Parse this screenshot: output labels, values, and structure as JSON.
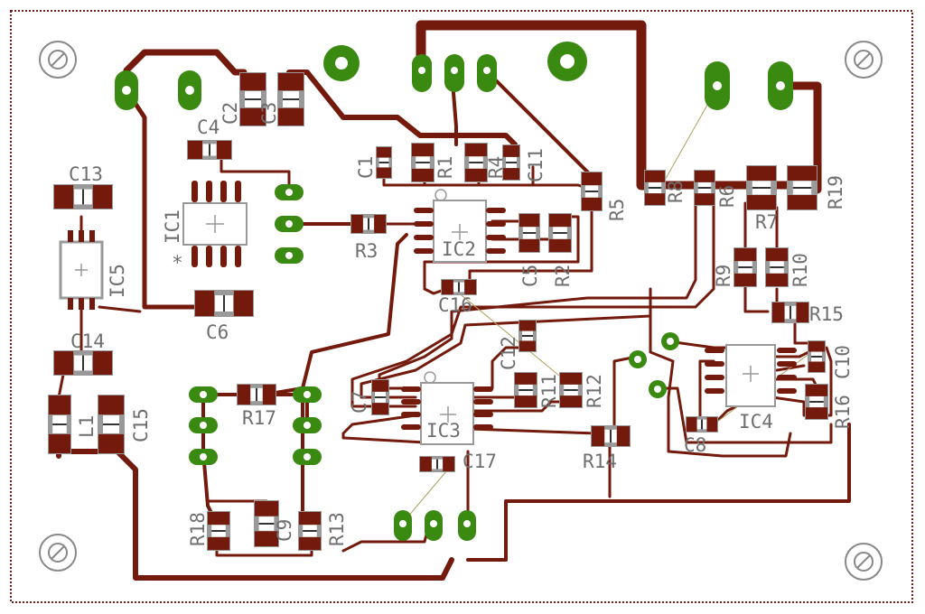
{
  "colors": {
    "trace": "#731a0c",
    "pad": "#3a8a12",
    "pad_hole": "#ffffff",
    "smd_body": "#999999",
    "smd_inner": "#ffffff",
    "silk": "#6e6e6e",
    "board_outline": "#7a1a10",
    "airwire": "#b0a060"
  },
  "labels": {
    "C1": "C1",
    "C2": "C2",
    "C3": "C3",
    "C4": "C4",
    "C5": "C5",
    "C6": "C6",
    "C7": "C7",
    "C8": "C8",
    "C9": "C9",
    "C10": "C10",
    "C11": "C11",
    "C12": "C12",
    "C13": "C13",
    "C14": "C14",
    "C15": "C15",
    "C16": "C16",
    "C17": "C17",
    "R1": "R1",
    "R2": "R2",
    "R3": "R3",
    "R4": "R4",
    "R5": "R5",
    "R6": "R6",
    "R7": "R7",
    "R8": "R8",
    "R9": "R9",
    "R10": "R10",
    "R11": "R11",
    "R12": "R12",
    "R13": "R13",
    "R14": "R14",
    "R15": "R15",
    "R16": "R16",
    "R17": "R17",
    "R18": "R18",
    "R19": "R19",
    "IC1": "IC1",
    "IC2": "IC2",
    "IC3": "IC3",
    "IC4": "IC4",
    "IC5": "IC5",
    "L1": "L1",
    "pin1_marker": "*"
  }
}
